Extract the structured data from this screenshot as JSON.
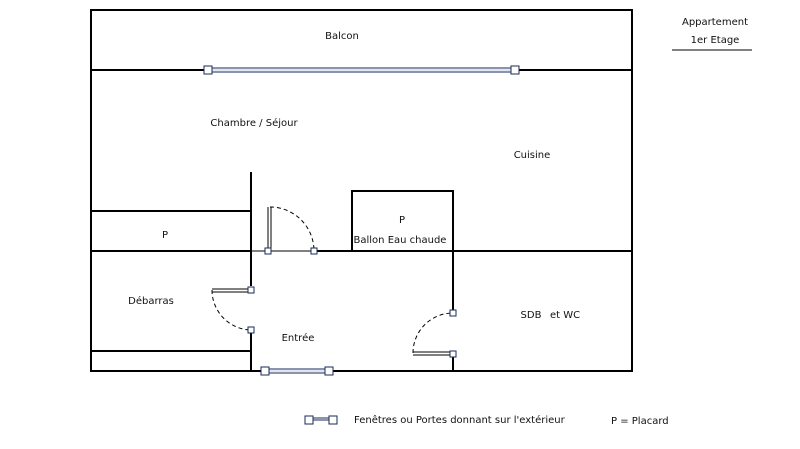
{
  "title": {
    "line1": "Appartement",
    "line2": "1er Etage"
  },
  "rooms": {
    "balcon": "Balcon",
    "chambre": "Chambre / Séjour",
    "cuisine": "Cuisine",
    "placard_left": "P",
    "placard_center": "P",
    "ballon": "Ballon Eau chaude",
    "debarras": "Débarras",
    "entree": "Entrée",
    "sdb": "SDB",
    "wc": "et WC"
  },
  "legend": {
    "windows": "Fenêtres ou Portes donnant sur l'extérieur",
    "placard": "P = Placard"
  }
}
